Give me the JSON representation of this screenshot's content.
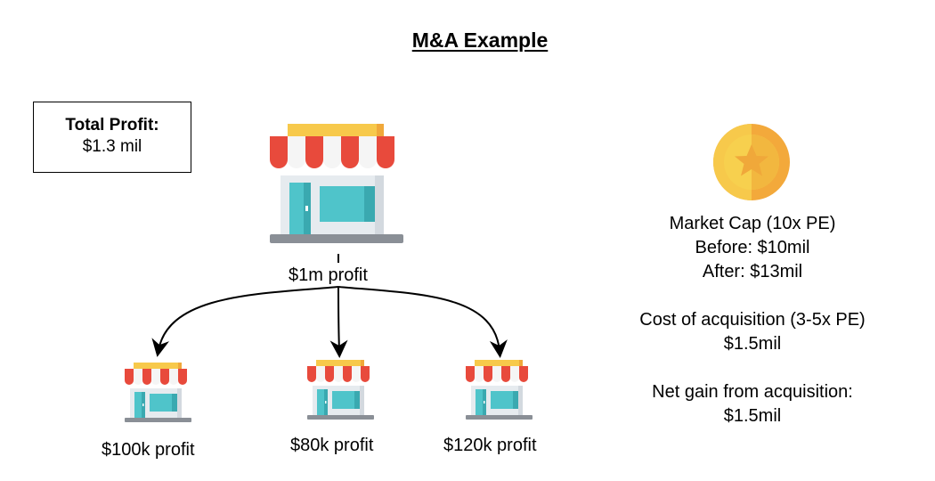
{
  "title": "M&A Example",
  "total_profit": {
    "label": "Total Profit:",
    "value": "$1.3 mil"
  },
  "main_store": {
    "caption": "$1m profit"
  },
  "acquired_stores": [
    {
      "caption": "$100k profit"
    },
    {
      "caption": "$80k profit"
    },
    {
      "caption": "$120k profit"
    }
  ],
  "market_cap": {
    "heading": "Market Cap (10x PE)",
    "before": "Before: $10mil",
    "after": "After: $13mil"
  },
  "cost_of_acquisition": {
    "heading": "Cost of acquisition (3-5x PE)",
    "value": "$1.5mil"
  },
  "net_gain": {
    "heading": "Net gain from acquisition:",
    "value": "$1.5mil"
  },
  "colors": {
    "awning_red": "#E84A3C",
    "awning_white": "#F5F5F5",
    "awning_top": "#F7C94B",
    "wall": "#E6EBEF",
    "teal": "#4FC4CA",
    "base": "#8A8F96",
    "coin_outer": "#F3A93B",
    "coin_inner": "#F7D04E"
  },
  "icons": [
    "store-icon",
    "coin-icon"
  ]
}
